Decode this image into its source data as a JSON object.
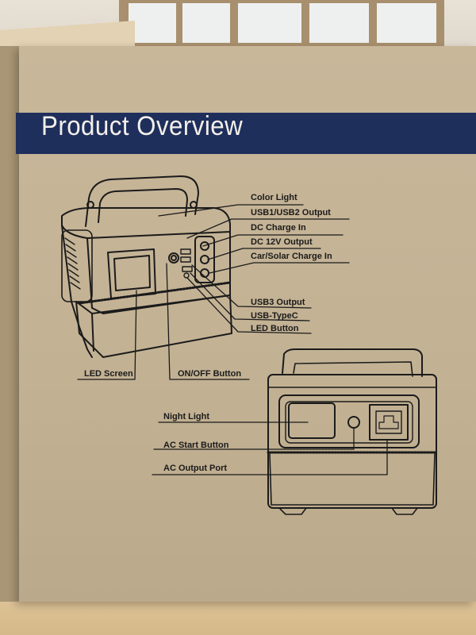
{
  "box": {
    "title": "Product Overview"
  },
  "labels_top": {
    "color_light": "Color Light",
    "usb1_usb2_output": "USB1/USB2 Output",
    "dc_charge_in": "DC Charge In",
    "dc_12v_output": "DC 12V Output",
    "car_solar_charge_in": "Car/Solar Charge In",
    "usb3_output": "USB3 Output",
    "usb_typec": "USB-TypeC",
    "led_button": "LED Button",
    "led_screen": "LED Screen",
    "on_off_button": "ON/OFF Button"
  },
  "labels_back": {
    "night_light": "Night Light",
    "ac_start_button": "AC Start Button",
    "ac_output_port": "AC Output Port"
  },
  "colors": {
    "title_band": "#1f2f5c",
    "cardboard": "#c6b496",
    "line_art": "#1b1b1b"
  }
}
